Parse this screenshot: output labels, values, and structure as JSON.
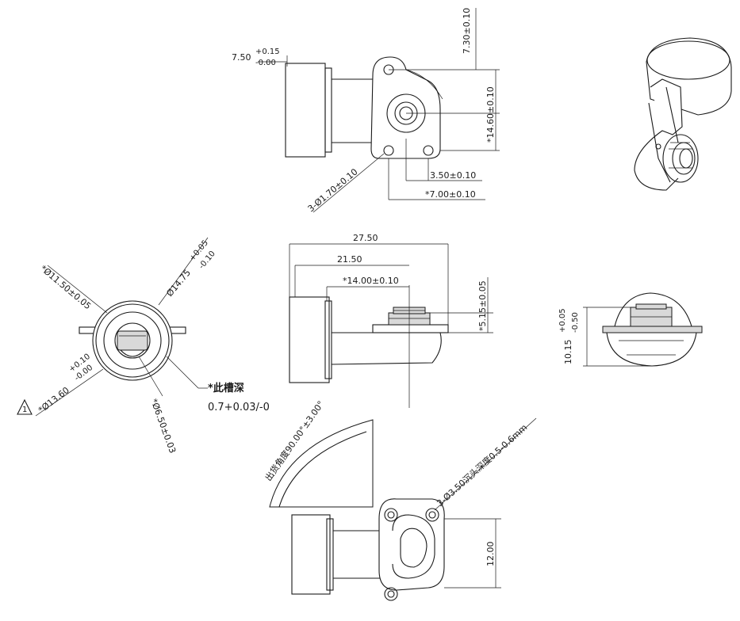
{
  "drawing": {
    "top_view": {
      "dim_flange_thickness": "7.50",
      "dim_flange_tol_plus": "+0.15",
      "dim_flange_tol_minus": "-0.00",
      "dim_hole_offset": "7.30±0.10",
      "dim_height": "*14.60±0.10",
      "dim_center_offset": "3.50±0.10",
      "dim_hole_spacing": "*7.00±0.10",
      "dim_mount_holes": "3-Ø1.70±0.10"
    },
    "side_view": {
      "dim_total_length": "27.50",
      "dim_body_length": "21.50",
      "dim_lens_position": "*14.00±0.10",
      "dim_height": "*5.15±0.05"
    },
    "end_view": {
      "dim_thickness": "10.15",
      "dim_thickness_tol_plus": "+0.05",
      "dim_thickness_tol_minus": "-0.50"
    },
    "front_view": {
      "dim_inner_dia": "*Ø11.50±0.05",
      "dim_outer_dia": "Ø14.75",
      "dim_outer_tol_plus": "+0.05",
      "dim_outer_tol_minus": "-0.10",
      "dim_barrel_dia": "*Ø13.60",
      "dim_barrel_tol_plus": "+0.10",
      "dim_barrel_tol_minus": "-0.00",
      "dim_aperture": "*Ø6.50±0.03",
      "warning_mark": "1",
      "groove_note_title": "*此槽深",
      "groove_note_value": "0.7+0.03/-0"
    },
    "bottom_view": {
      "dim_exit_angle": "出货角度90.00°±3.00°",
      "dim_counterbore": "3-Ø3.50沉头深度0.5-0.6mm",
      "dim_height": "12.00"
    }
  }
}
